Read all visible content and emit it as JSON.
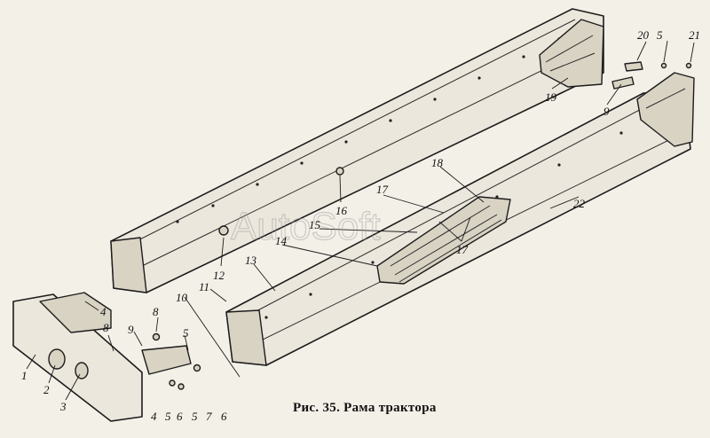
{
  "caption": "Рис. 35. Рама трактора",
  "watermark": "AutoSoft",
  "callouts": [
    {
      "id": "c1",
      "text": "1"
    },
    {
      "id": "c2",
      "text": "2"
    },
    {
      "id": "c3",
      "text": "3"
    },
    {
      "id": "c4a",
      "text": "4"
    },
    {
      "id": "c4b",
      "text": "4"
    },
    {
      "id": "c5a",
      "text": "5"
    },
    {
      "id": "c5b",
      "text": "5"
    },
    {
      "id": "c5c",
      "text": "5"
    },
    {
      "id": "c5d",
      "text": "5"
    },
    {
      "id": "c6a",
      "text": "6"
    },
    {
      "id": "c6b",
      "text": "6"
    },
    {
      "id": "c7",
      "text": "7"
    },
    {
      "id": "c8a",
      "text": "8"
    },
    {
      "id": "c8b",
      "text": "8"
    },
    {
      "id": "c9a",
      "text": "9"
    },
    {
      "id": "c9b",
      "text": "9"
    },
    {
      "id": "c10",
      "text": "10"
    },
    {
      "id": "c11",
      "text": "11"
    },
    {
      "id": "c12",
      "text": "12"
    },
    {
      "id": "c13",
      "text": "13"
    },
    {
      "id": "c14",
      "text": "14"
    },
    {
      "id": "c15",
      "text": "15"
    },
    {
      "id": "c16",
      "text": "16"
    },
    {
      "id": "c17a",
      "text": "17"
    },
    {
      "id": "c17b",
      "text": "17"
    },
    {
      "id": "c18",
      "text": "18"
    },
    {
      "id": "c19",
      "text": "19"
    },
    {
      "id": "c20",
      "text": "20"
    },
    {
      "id": "c21",
      "text": "21"
    },
    {
      "id": "c22",
      "text": "22"
    }
  ]
}
